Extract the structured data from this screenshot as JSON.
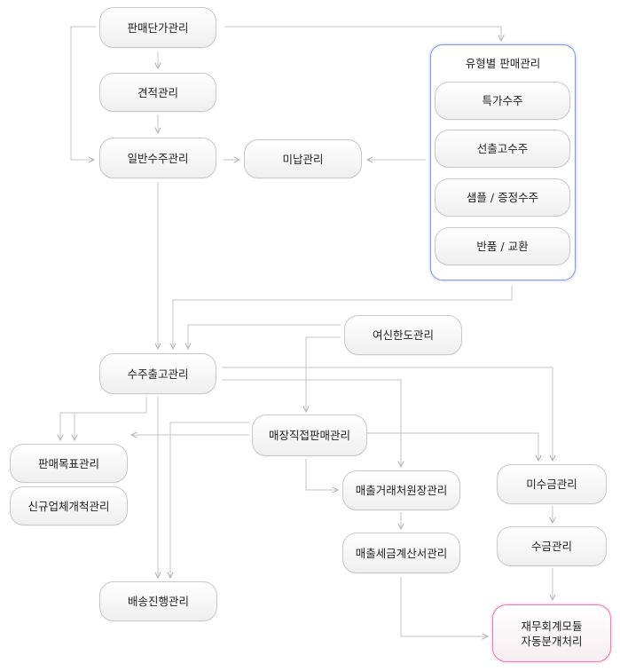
{
  "nodes": {
    "sales_price": "판매단가관리",
    "estimate": "견적관리",
    "general_order": "일반수주관리",
    "unpaid": "미납관리",
    "type_group_title": "유형별 판매관리",
    "special_order": "특가수주",
    "pre_shipment_order": "선출고수주",
    "sample_gift_order": "샘플 / 증정수주",
    "return_exchange": "반품 / 교환",
    "credit_limit": "여신한도관리",
    "order_shipment": "수주출고관리",
    "store_direct_sales": "매장직접판매관리",
    "sales_target": "판매목표관리",
    "new_vendor": "신규업체개척관리",
    "sales_ledger": "매출거래처원장관리",
    "receivables": "미수금관리",
    "tax_invoice": "매출세금계산서관리",
    "collection": "수금관리",
    "delivery": "배송진행관리",
    "finance_line1": "재무회계모듈",
    "finance_line2": "자동분개처리"
  }
}
